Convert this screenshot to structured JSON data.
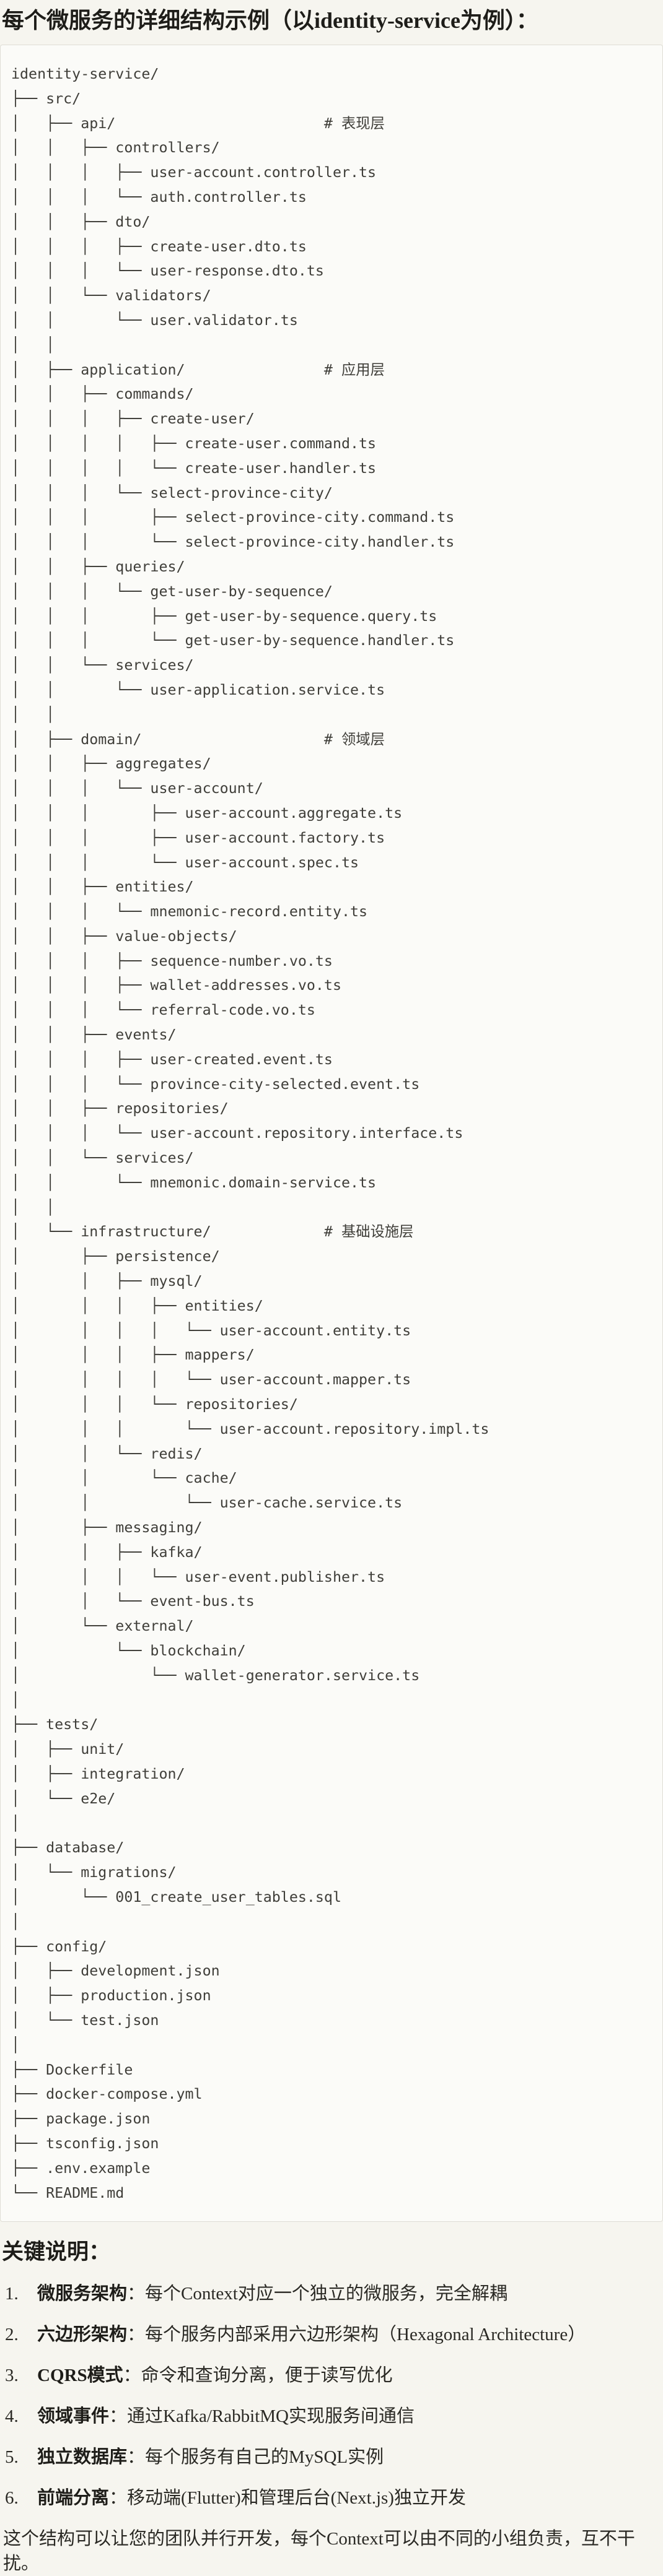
{
  "page": {
    "title": "每个微服务的详细结构示例（以identity-service为例）："
  },
  "code_block": {
    "language": "plaintext-tree",
    "layer_comments": [
      "# 表现层",
      "# 应用层",
      "# 领域层",
      "# 基础设施层"
    ],
    "tree_lines": [
      "identity-service/",
      "├── src/",
      "│   ├── api/                        # 表现层",
      "│   │   ├── controllers/",
      "│   │   │   ├── user-account.controller.ts",
      "│   │   │   └── auth.controller.ts",
      "│   │   ├── dto/",
      "│   │   │   ├── create-user.dto.ts",
      "│   │   │   └── user-response.dto.ts",
      "│   │   └── validators/",
      "│   │       └── user.validator.ts",
      "│   │",
      "│   ├── application/                # 应用层",
      "│   │   ├── commands/",
      "│   │   │   ├── create-user/",
      "│   │   │   │   ├── create-user.command.ts",
      "│   │   │   │   └── create-user.handler.ts",
      "│   │   │   └── select-province-city/",
      "│   │   │       ├── select-province-city.command.ts",
      "│   │   │       └── select-province-city.handler.ts",
      "│   │   ├── queries/",
      "│   │   │   └── get-user-by-sequence/",
      "│   │   │       ├── get-user-by-sequence.query.ts",
      "│   │   │       └── get-user-by-sequence.handler.ts",
      "│   │   └── services/",
      "│   │       └── user-application.service.ts",
      "│   │",
      "│   ├── domain/                     # 领域层",
      "│   │   ├── aggregates/",
      "│   │   │   └── user-account/",
      "│   │   │       ├── user-account.aggregate.ts",
      "│   │   │       ├── user-account.factory.ts",
      "│   │   │       └── user-account.spec.ts",
      "│   │   ├── entities/",
      "│   │   │   └── mnemonic-record.entity.ts",
      "│   │   ├── value-objects/",
      "│   │   │   ├── sequence-number.vo.ts",
      "│   │   │   ├── wallet-addresses.vo.ts",
      "│   │   │   └── referral-code.vo.ts",
      "│   │   ├── events/",
      "│   │   │   ├── user-created.event.ts",
      "│   │   │   └── province-city-selected.event.ts",
      "│   │   ├── repositories/",
      "│   │   │   └── user-account.repository.interface.ts",
      "│   │   └── services/",
      "│   │       └── mnemonic.domain-service.ts",
      "│   │",
      "│   └── infrastructure/             # 基础设施层",
      "│       ├── persistence/",
      "│       │   ├── mysql/",
      "│       │   │   ├── entities/",
      "│       │   │   │   └── user-account.entity.ts",
      "│       │   │   ├── mappers/",
      "│       │   │   │   └── user-account.mapper.ts",
      "│       │   │   └── repositories/",
      "│       │   │       └── user-account.repository.impl.ts",
      "│       │   └── redis/",
      "│       │       └── cache/",
      "│       │           └── user-cache.service.ts",
      "│       ├── messaging/",
      "│       │   ├── kafka/",
      "│       │   │   └── user-event.publisher.ts",
      "│       │   └── event-bus.ts",
      "│       └── external/",
      "│           └── blockchain/",
      "│               └── wallet-generator.service.ts",
      "│",
      "├── tests/",
      "│   ├── unit/",
      "│   ├── integration/",
      "│   └── e2e/",
      "│",
      "├── database/",
      "│   └── migrations/",
      "│       └── 001_create_user_tables.sql",
      "│",
      "├── config/",
      "│   ├── development.json",
      "│   ├── production.json",
      "│   └── test.json",
      "│",
      "├── Dockerfile",
      "├── docker-compose.yml",
      "├── package.json",
      "├── tsconfig.json",
      "├── .env.example",
      "└── README.md"
    ]
  },
  "notes": {
    "heading": "关键说明：",
    "items": [
      {
        "num": "1.",
        "label": "微服务架构",
        "colon": "：",
        "text": "每个Context对应一个独立的微服务，完全解耦"
      },
      {
        "num": "2.",
        "label": "六边形架构",
        "colon": "：",
        "text": "每个服务内部采用六边形架构（Hexagonal Architecture）"
      },
      {
        "num": "3.",
        "label": "CQRS模式",
        "colon": "：",
        "text": "命令和查询分离，便于读写优化"
      },
      {
        "num": "4.",
        "label": "领域事件",
        "colon": "：",
        "text": "通过Kafka/RabbitMQ实现服务间通信"
      },
      {
        "num": "5.",
        "label": "独立数据库",
        "colon": "：",
        "text": "每个服务有自己的MySQL实例"
      },
      {
        "num": "6.",
        "label": "前端分离",
        "colon": "：",
        "text": "移动端(Flutter)和管理后台(Next.js)独立开发"
      }
    ],
    "closing": "这个结构可以让您的团队并行开发，每个Context可以由不同的小组负责，互不干扰。"
  },
  "colors": {
    "page_background": "#F6F5EF",
    "code_background": "#FBFBF8",
    "code_border": "#DFDDD5",
    "tree_text": "#3F3E39",
    "heading_text": "#1E1D19",
    "body_text": "#2A2924"
  }
}
